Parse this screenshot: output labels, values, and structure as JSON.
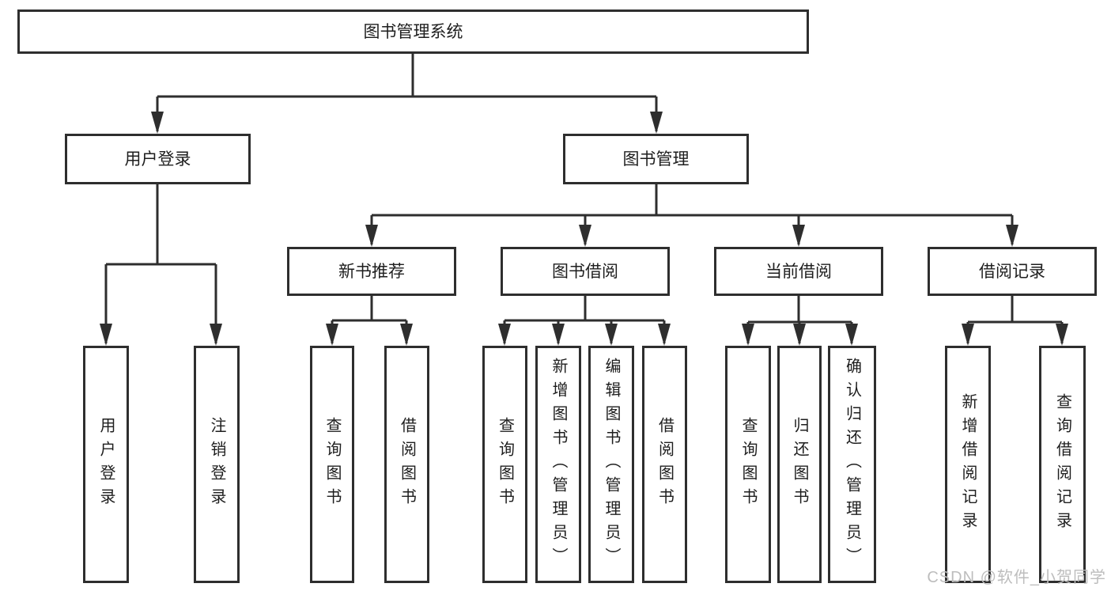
{
  "diagram": {
    "type": "hierarchy-tree",
    "colors": {
      "line": "#2e2e2e",
      "box_border": "#2e2e2e",
      "box_fill": "#ffffff",
      "text": "#1e1e1e",
      "watermark": "#bdbdbd",
      "background": "#ffffff"
    }
  },
  "tree": {
    "label": "图书管理系统",
    "children": [
      {
        "label": "用户登录",
        "children": [
          {
            "label": "用户登录",
            "orientation": "vertical"
          },
          {
            "label": "注销登录",
            "orientation": "vertical"
          }
        ]
      },
      {
        "label": "图书管理",
        "children": [
          {
            "label": "新书推荐",
            "children": [
              {
                "label": "查询图书",
                "orientation": "vertical"
              },
              {
                "label": "借阅图书",
                "orientation": "vertical"
              }
            ]
          },
          {
            "label": "图书借阅",
            "children": [
              {
                "label": "查询图书",
                "orientation": "vertical"
              },
              {
                "label": "新增图书（管理员）",
                "orientation": "vertical"
              },
              {
                "label": "编辑图书（管理员）",
                "orientation": "vertical"
              },
              {
                "label": "借阅图书",
                "orientation": "vertical"
              }
            ]
          },
          {
            "label": "当前借阅",
            "children": [
              {
                "label": "查询图书",
                "orientation": "vertical"
              },
              {
                "label": "归还图书",
                "orientation": "vertical"
              },
              {
                "label": "确认归还（管理员）",
                "orientation": "vertical"
              }
            ]
          },
          {
            "label": "借阅记录",
            "children": [
              {
                "label": "新增借阅记录",
                "orientation": "vertical"
              },
              {
                "label": "查询借阅记录",
                "orientation": "vertical"
              }
            ]
          }
        ]
      }
    ]
  },
  "watermark": {
    "text": "CSDN @软件_小贺同学"
  }
}
